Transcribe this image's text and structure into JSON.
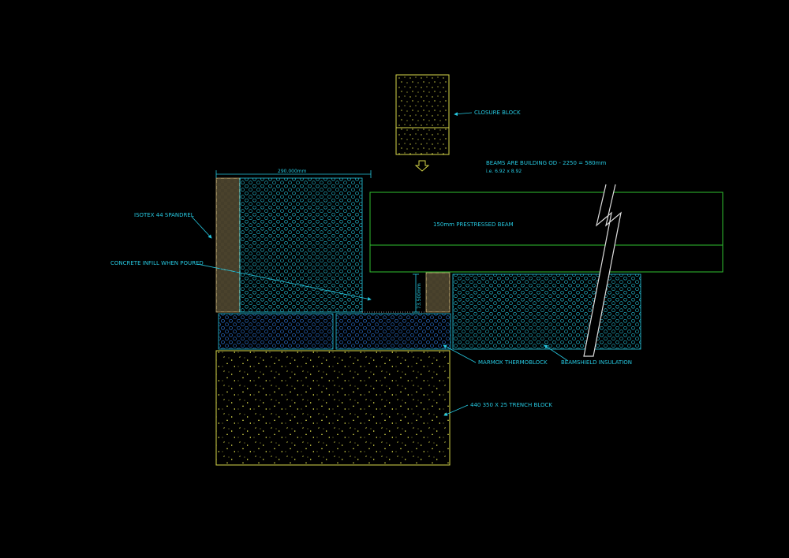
{
  "labels": {
    "closure_block": "CLOSURE BLOCK",
    "beams_note": "BEAMS ARE BUILDING OD - 2250 = 580mm",
    "beams_note_sub": "i.e. 6.92 x 8.92",
    "prestressed_beam": "150mm PRESTRESSED BEAM",
    "isotex_spandrel": "ISOTEX 44 SPANDREL",
    "concrete_infill": "CONCRETE INFILL WHEN POURED",
    "dim_width": "290.000mm",
    "dim_height": "73.500mm",
    "marmox": "MARMOX THERMOBLOCK",
    "beamshield": "BEAMSHIELD INSULATION",
    "trench_block": "440 350 X 25 TRENCH BLOCK"
  },
  "colors": {
    "background": "#000000",
    "yellow": "#d8d84a",
    "cyan": "#26c8e0",
    "green": "#30c030",
    "blue": "#2f7fe8",
    "tan": "#b8a46e",
    "white": "#cccccc"
  }
}
